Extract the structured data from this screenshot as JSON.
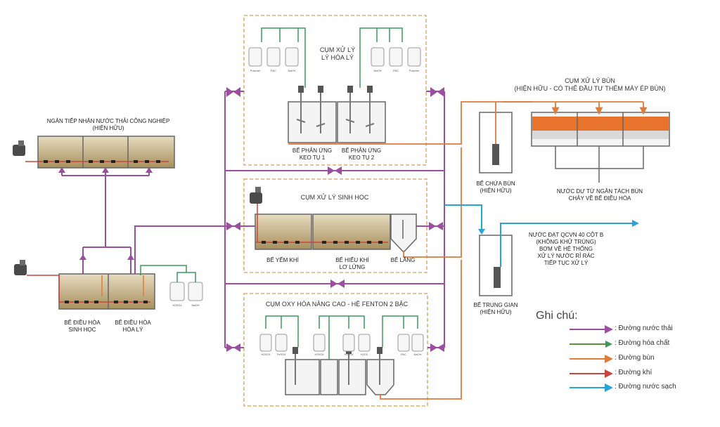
{
  "clusters": {
    "physchem": "CỤM XỬ LÝ\nLÝ HÓA LÝ",
    "bio": "CỤM XỬ LÝ SINH HỌC",
    "fenton": "CỤM OXY HÓA NÂNG CAO - HỆ FENTON 2 BẬC",
    "sludge": "CỤM XỬ LÝ BÙN\n(HIỆN HỮU - CÓ THỂ ĐẦU TƯ THÊM MÁY ÉP BÙN)"
  },
  "tanks": {
    "intake": "NGĂN TIẾP NHẬN NƯỚC THẢI CÔNG NGHIỆP\n(HIỆN HỮU)",
    "eq_bio": "BỂ ĐIỀU HÒA\nSINH HỌC",
    "eq_physchem": "BỂ ĐIỀU HÒA\nHÓA LÝ",
    "coag1": "BỂ PHẢN ỨNG\nKEO TỤ 1",
    "coag2": "BỂ PHẢN ỨNG\nKEO TỤ 2",
    "anaerobic": "BỂ YẾM KHÍ",
    "aerobic": "BỂ HIẾU KHÍ\nLƠ LỬNG",
    "settling": "BỂ LẮNG",
    "sludge_holding": "BỂ CHỨA BÙN\n(HIỆN HỮU)",
    "intermediate": "BỂ TRUNG GIAN\n(HIỆN HỮU)"
  },
  "notes": {
    "filtrate": "NƯỚC DƯ TỪ NGĂN TÁCH BÙN\nCHẢY VỀ BỂ ĐIỀU HÒA",
    "effluent": "NƯỚC ĐẠT QCVN 40 CỘT B\n(KHÔNG KHỬ TRÙNG)\nBƠM VỀ HỆ THỐNG\nXỬ LÝ NƯỚC RỈ RÁC\nTIẾP TỤC XỬ LÝ"
  },
  "chemicals": {
    "physchem_left": [
      "Polymer",
      "PAC",
      "NaOH"
    ],
    "physchem_right": [
      "NaOH",
      "PAC",
      "Polymer"
    ],
    "eq": [
      "H2SO4",
      "NaOH"
    ],
    "fenton": [
      "H2SO4",
      "FeSO4",
      "H2SO4",
      "H2SO4",
      "H2O2",
      "PAC",
      "NaOH"
    ]
  },
  "legend": {
    "title": "Ghi chú:",
    "items": [
      {
        "label": ": Đường nước thải",
        "color": "#9b4f9e"
      },
      {
        "label": ": Đường hóa chất",
        "color": "#5f8f3a"
      },
      {
        "label": ": Đường bùn",
        "color": "#e07b39"
      },
      {
        "label": ": Đường khí",
        "color": "#c8463c"
      },
      {
        "label": ": Đường nước sạch",
        "color": "#2aa3d8"
      }
    ]
  },
  "colors": {
    "wastewater": "#9b4f9e",
    "chemical": "#3a9a5a",
    "sludge": "#e07b39",
    "air": "#c8463c",
    "clean": "#2aa3d8",
    "cluster_border": "#e09a50",
    "tank_border": "#666666",
    "water_fill": "#c9b48a",
    "sludge_fill": "#e8732d"
  }
}
